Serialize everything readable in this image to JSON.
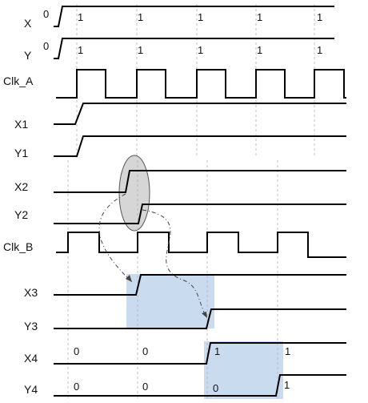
{
  "signals": {
    "X": {
      "name": "X"
    },
    "Y": {
      "name": "Y"
    },
    "Clk_A": {
      "name": "Clk_A"
    },
    "X1": {
      "name": "X1"
    },
    "Y1": {
      "name": "Y1"
    },
    "X2": {
      "name": "X2"
    },
    "Y2": {
      "name": "Y2"
    },
    "Clk_B": {
      "name": "Clk_B"
    },
    "X3": {
      "name": "X3"
    },
    "Y3": {
      "name": "Y3"
    },
    "X4": {
      "name": "X4"
    },
    "Y4": {
      "name": "Y4"
    }
  },
  "values": {
    "X": [
      "0",
      "1",
      "1",
      "1",
      "1",
      "1"
    ],
    "Y": [
      "0",
      "1",
      "1",
      "1",
      "1",
      "1"
    ],
    "X4": [
      "0",
      "0",
      "1",
      "1"
    ],
    "Y4": [
      "0",
      "0",
      "0",
      "1"
    ]
  },
  "colors": {
    "line": "#000000",
    "highlight_blue": "#c9dbef",
    "ellipse_fill": "#d6d6d6",
    "grid": "#b0b0b0"
  }
}
